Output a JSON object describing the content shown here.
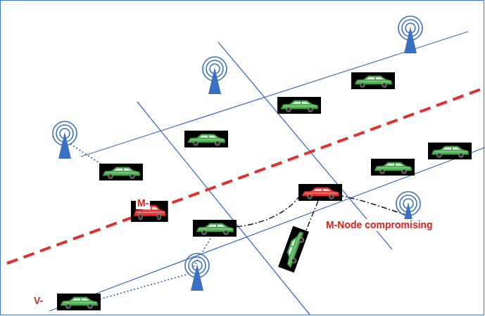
{
  "diagram": {
    "labels": [
      "M-",
      "M-Node compromising",
      "V-"
    ]
  }
}
